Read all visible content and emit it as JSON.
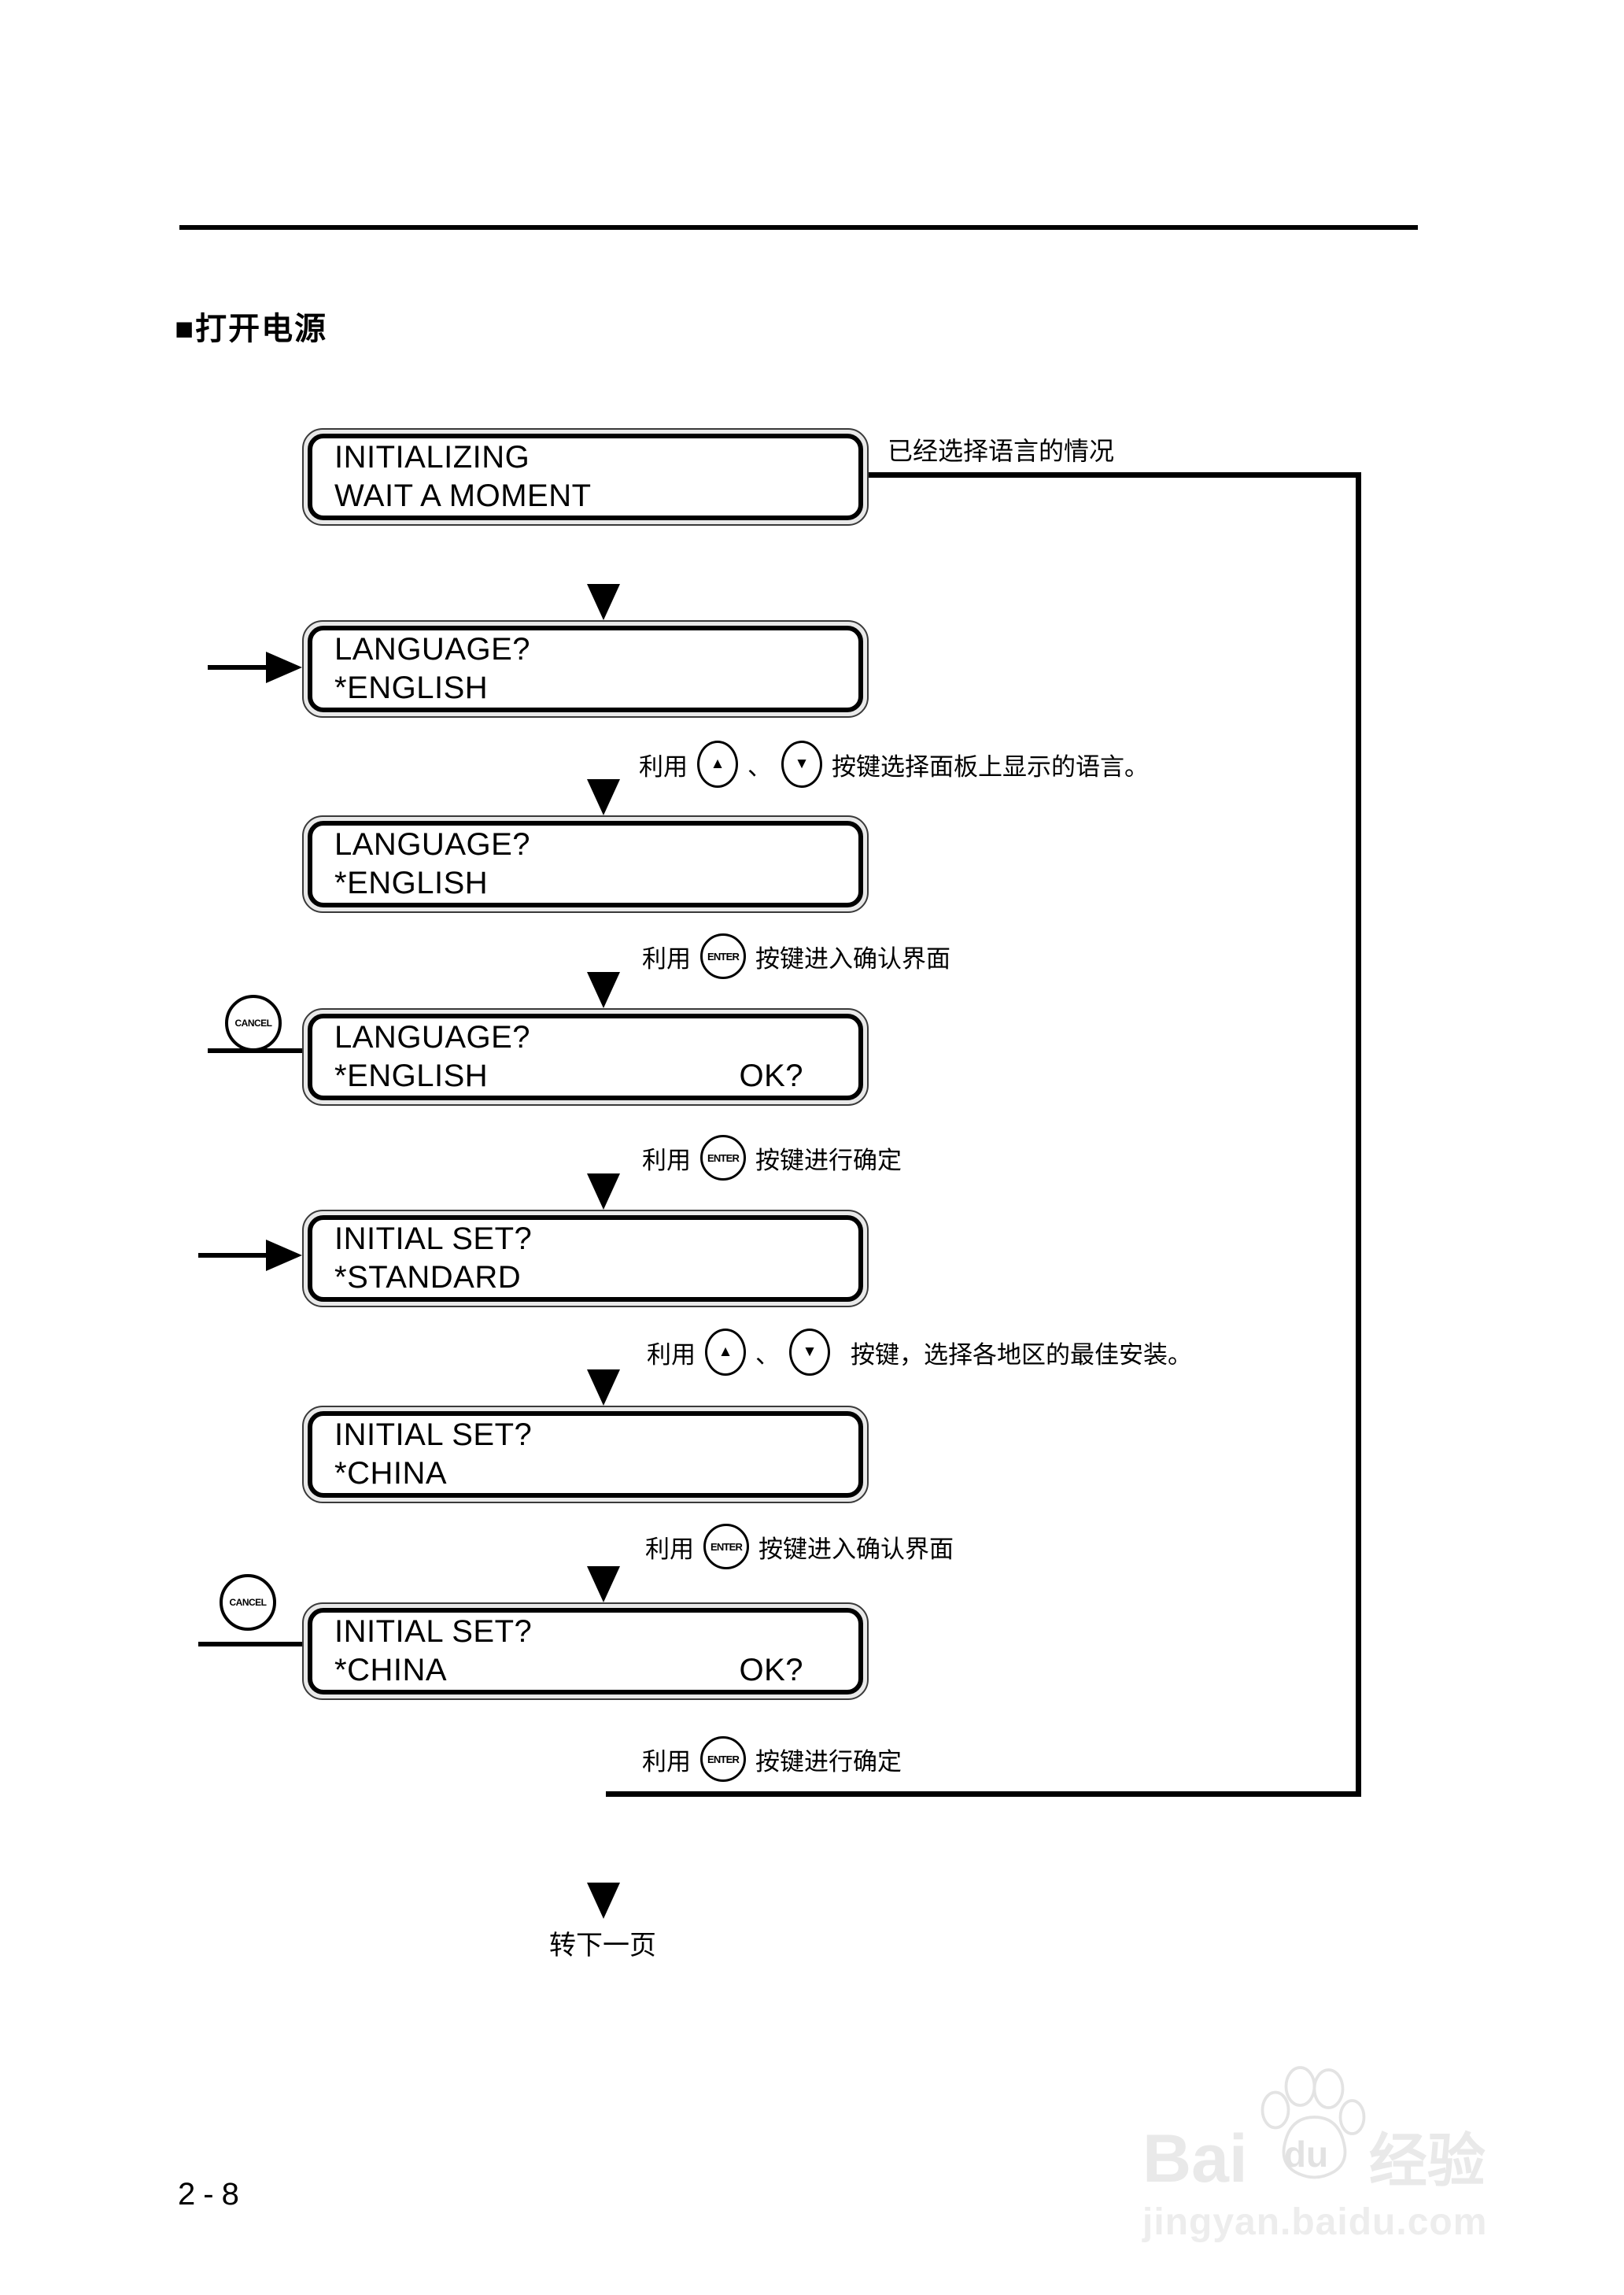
{
  "page": {
    "heading": "■打开电源",
    "page_number": "2-8"
  },
  "flow": {
    "boxes": [
      {
        "line1": "INITIALIZING",
        "line2": "WAIT A MOMENT"
      },
      {
        "line1": "LANGUAGE?",
        "line2": "*ENGLISH"
      },
      {
        "line1": "LANGUAGE?",
        "line2": "*ENGLISH"
      },
      {
        "line1": "LANGUAGE?",
        "line2": "*ENGLISH",
        "ok": "OK?"
      },
      {
        "line1": "INITIAL SET?",
        "line2": "*STANDARD"
      },
      {
        "line1": "INITIAL SET?",
        "line2": "*CHINA"
      },
      {
        "line1": "INITIAL SET?",
        "line2": "*CHINA",
        "ok": "OK?"
      }
    ],
    "notes": {
      "language_already_selected": "已经选择语言的情况",
      "use": "利用",
      "enumeration_comma": "、",
      "select_language_suffix": "按键选择面板上显示的语言。",
      "enter_confirm_screen_suffix": "按键进入确认界面",
      "enter_confirm_suffix": "按键进行确定",
      "select_region_suffix": "按键，选择各地区的最佳安装。",
      "next_page": "转下一页"
    },
    "buttons": {
      "up": "▲",
      "down": "▼",
      "enter": "ENTER",
      "cancel": "CANCEL"
    }
  },
  "watermark": {
    "brand_part1": "Bai",
    "brand_part2": "du",
    "brand_cn": "经验",
    "url": "jingyan.baidu.com"
  }
}
